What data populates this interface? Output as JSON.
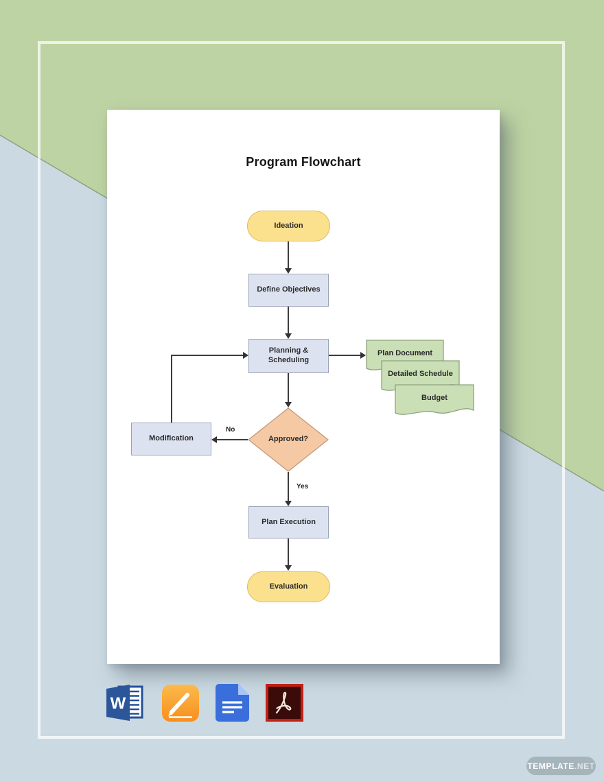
{
  "palette": {
    "background_green": "#bed3a3",
    "background_blue": "#cbdae2",
    "terminator_fill": "#fbe08e",
    "terminator_border": "#ddbd60",
    "process_fill": "#dde2f1",
    "process_border": "#9ba4b5",
    "decision_fill": "#f6c9a5",
    "decision_border": "#c69877",
    "document_fill": "#cadfb5",
    "document_border": "#8ca37e",
    "connector": "#3c3c3c",
    "watermark_bg": "#a6b5bc"
  },
  "doc": {
    "title": "Program Flowchart",
    "flowchart": {
      "nodes": [
        {
          "id": "ideation",
          "type": "terminator",
          "label": "Ideation"
        },
        {
          "id": "define-objectives",
          "type": "process",
          "label": "Define Objectives"
        },
        {
          "id": "planning-scheduling",
          "type": "process",
          "label": "Planning & Scheduling"
        },
        {
          "id": "plan-document",
          "type": "document",
          "label": "Plan Document"
        },
        {
          "id": "detailed-schedule",
          "type": "document",
          "label": "Detailed Schedule"
        },
        {
          "id": "budget",
          "type": "document",
          "label": "Budget"
        },
        {
          "id": "approved",
          "type": "decision",
          "label": "Approved?"
        },
        {
          "id": "modification",
          "type": "process",
          "label": "Modification"
        },
        {
          "id": "plan-execution",
          "type": "process",
          "label": "Plan Execution"
        },
        {
          "id": "evaluation",
          "type": "terminator",
          "label": "Evaluation"
        }
      ],
      "edges": [
        {
          "from": "ideation",
          "to": "define-objectives",
          "label": ""
        },
        {
          "from": "define-objectives",
          "to": "planning-scheduling",
          "label": ""
        },
        {
          "from": "planning-scheduling",
          "to": "plan-document",
          "label": ""
        },
        {
          "from": "planning-scheduling",
          "to": "approved",
          "label": ""
        },
        {
          "from": "approved",
          "to": "modification",
          "label": "No"
        },
        {
          "from": "approved",
          "to": "plan-execution",
          "label": "Yes"
        },
        {
          "from": "modification",
          "to": "planning-scheduling",
          "label": ""
        },
        {
          "from": "plan-execution",
          "to": "evaluation",
          "label": ""
        }
      ]
    }
  },
  "footer_icons": [
    {
      "name": "microsoft-word",
      "letter": "W"
    },
    {
      "name": "apple-pages"
    },
    {
      "name": "google-docs"
    },
    {
      "name": "adobe-pdf"
    }
  ],
  "watermark": {
    "brand": "TEMPLATE",
    "suffix": ".NET"
  }
}
